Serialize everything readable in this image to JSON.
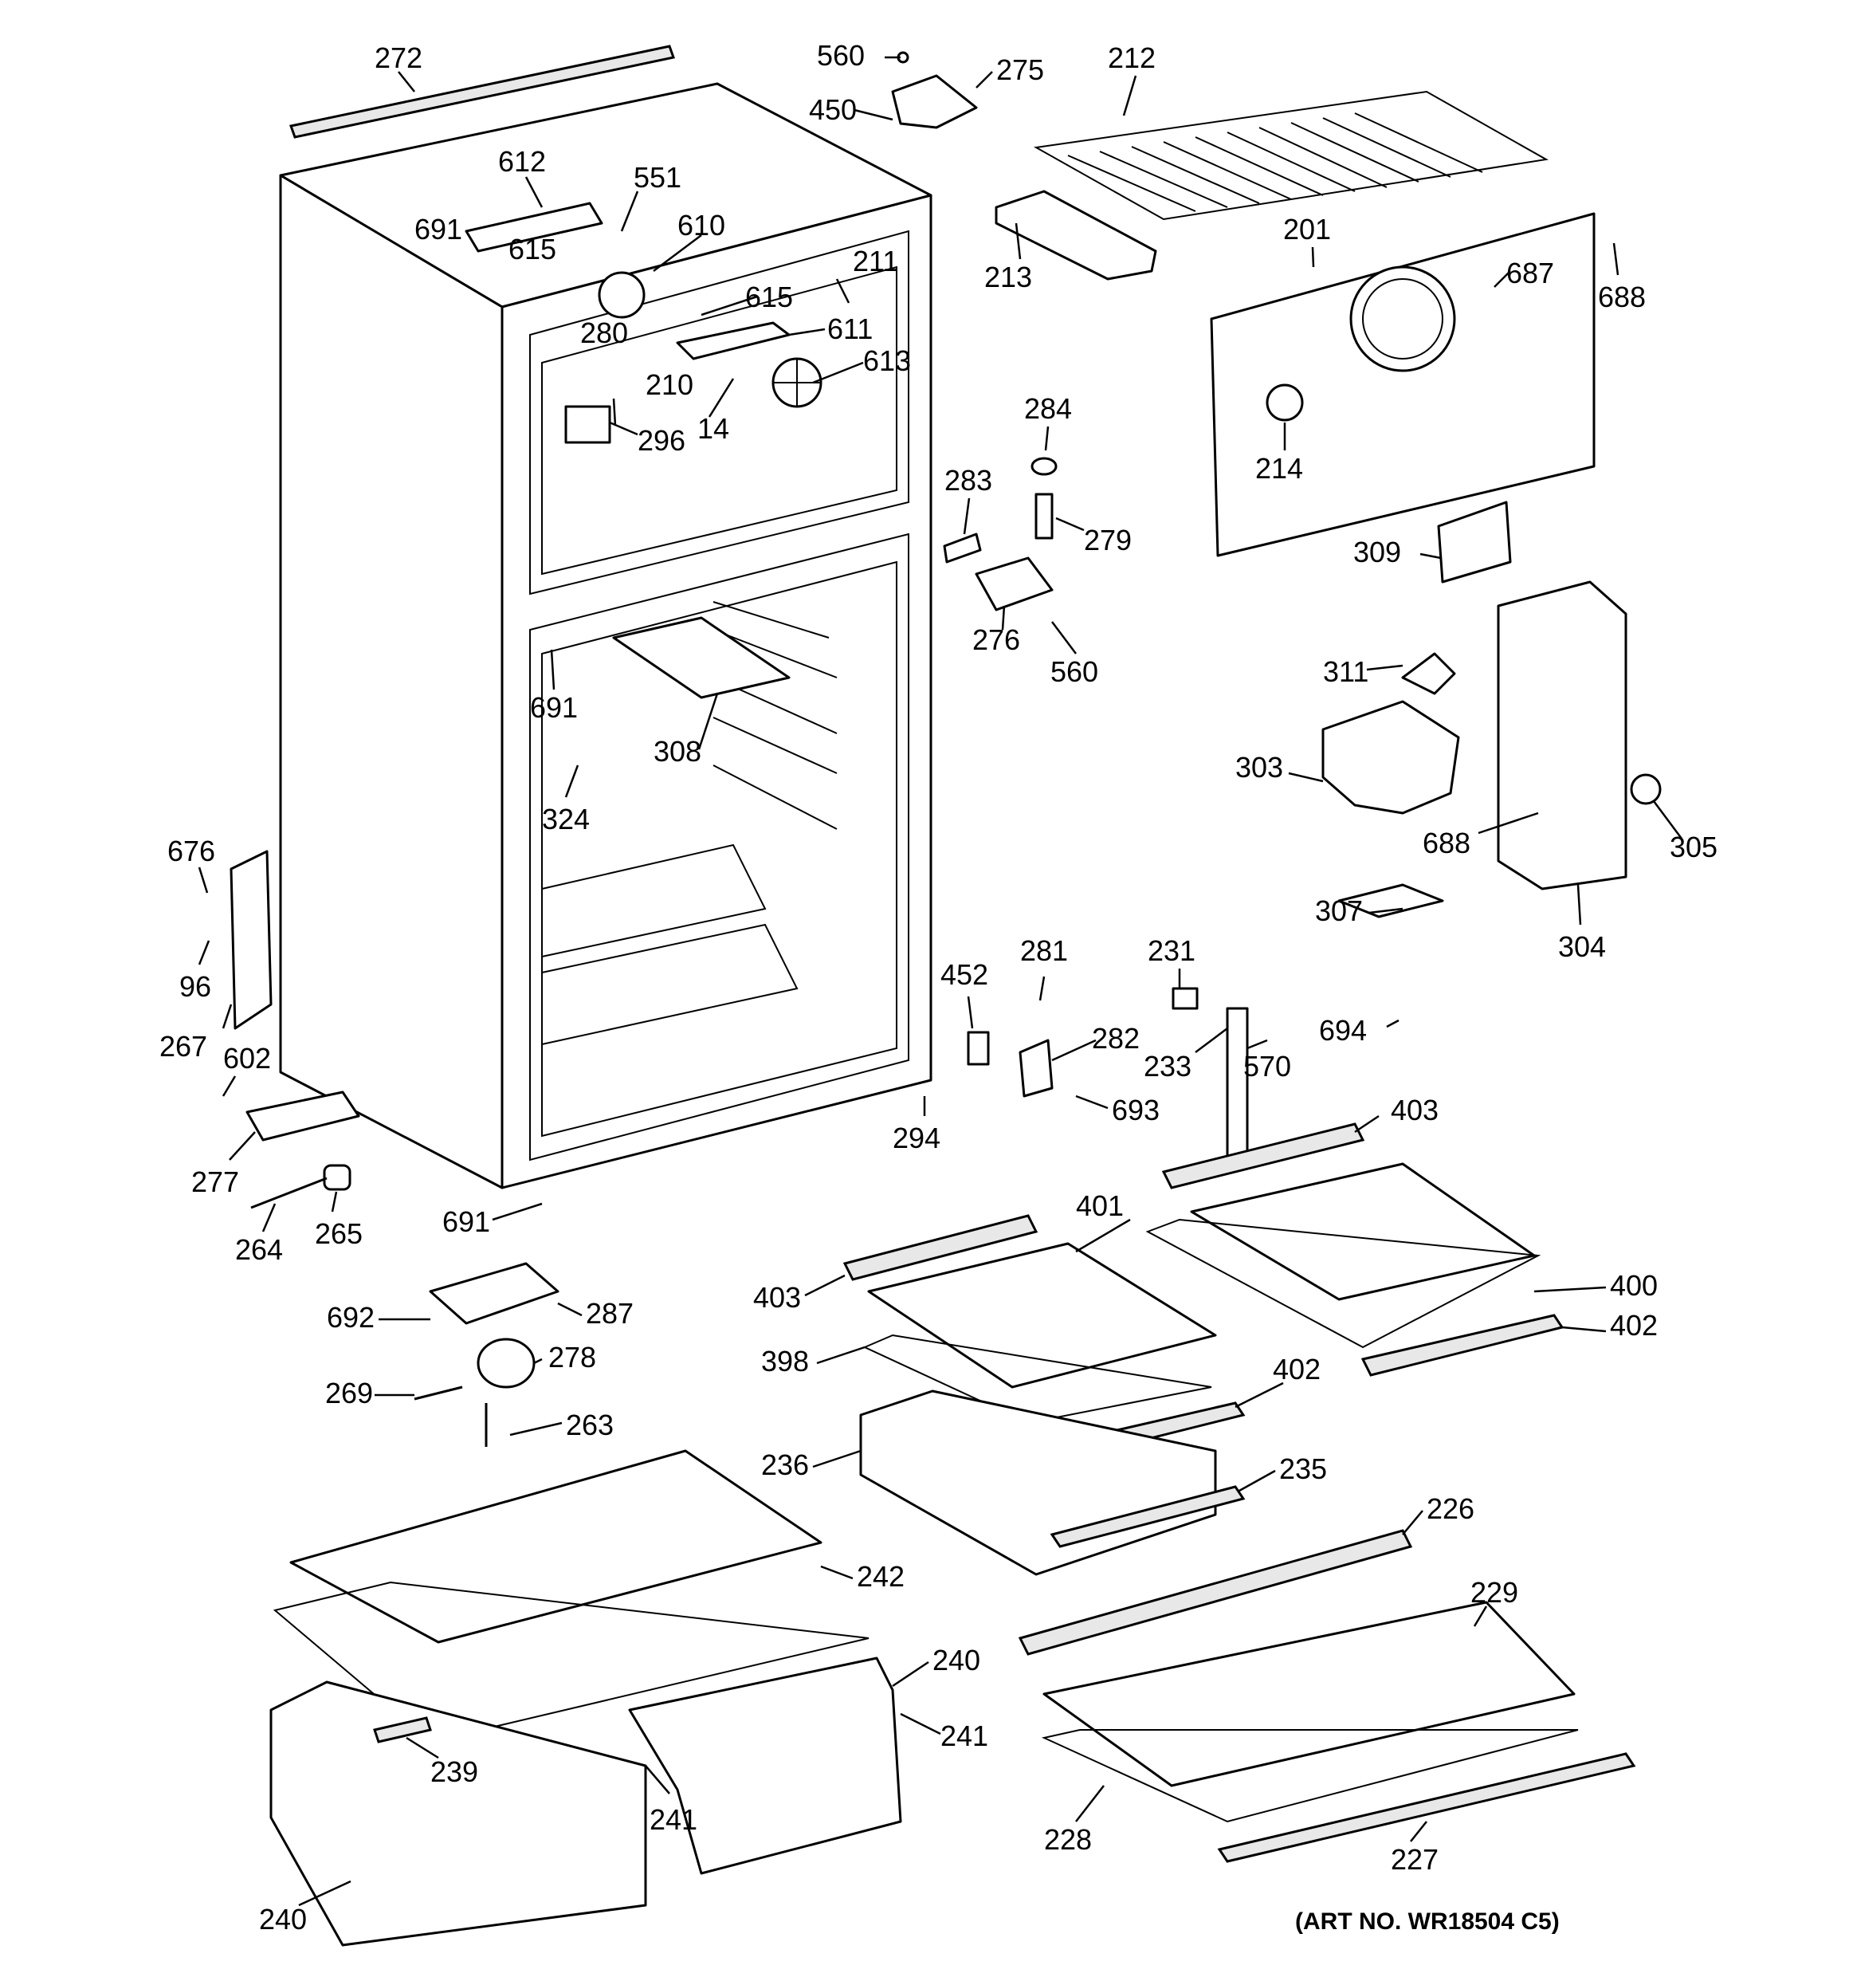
{
  "diagram": {
    "art_number": "(ART NO. WR18504 C5)",
    "callouts": [
      "272",
      "560",
      "275",
      "450",
      "212",
      "612",
      "551",
      "691",
      "615",
      "610",
      "211",
      "615",
      "611",
      "280",
      "613",
      "210",
      "14",
      "296",
      "213",
      "201",
      "687",
      "688",
      "214",
      "284",
      "283",
      "279",
      "309",
      "276",
      "560",
      "691",
      "308",
      "324",
      "311",
      "303",
      "688",
      "305",
      "307",
      "304",
      "676",
      "96",
      "267",
      "602",
      "231",
      "452",
      "281",
      "282",
      "694",
      "233",
      "570",
      "693",
      "294",
      "403",
      "277",
      "691",
      "265",
      "264",
      "401",
      "400",
      "402",
      "403",
      "692",
      "287",
      "398",
      "278",
      "269",
      "402",
      "263",
      "236",
      "235",
      "226",
      "242",
      "229",
      "240",
      "241",
      "239",
      "241",
      "240",
      "228",
      "227"
    ]
  }
}
